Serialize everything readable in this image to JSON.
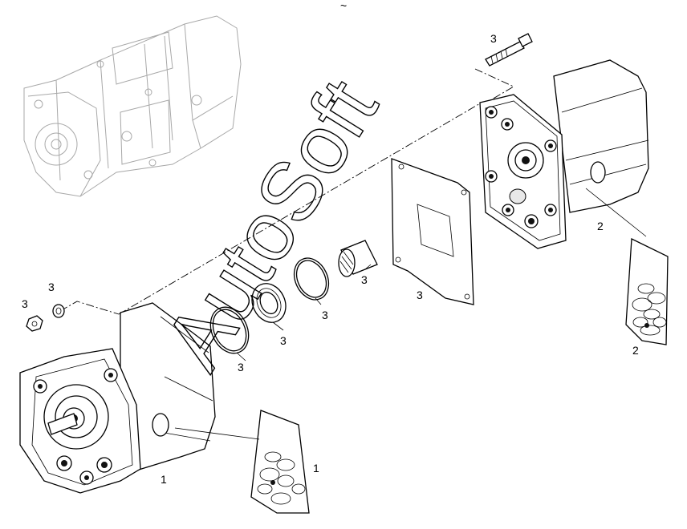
{
  "diagram": {
    "watermark": "AutoSoft",
    "top_mark": "~",
    "callouts": [
      {
        "id": "bolt",
        "text": "3"
      },
      {
        "id": "nut",
        "text": "3"
      },
      {
        "id": "washer",
        "text": "3"
      },
      {
        "id": "pump-rear",
        "text": "2"
      },
      {
        "id": "kit-rear",
        "text": "2"
      },
      {
        "id": "gasket",
        "text": "3"
      },
      {
        "id": "bushing",
        "text": "3"
      },
      {
        "id": "ring-seal-2",
        "text": "3"
      },
      {
        "id": "ring-seal-1",
        "text": "3"
      },
      {
        "id": "oring-large",
        "text": "3"
      },
      {
        "id": "pump-front",
        "text": "1"
      },
      {
        "id": "kit-front",
        "text": "1"
      }
    ]
  }
}
